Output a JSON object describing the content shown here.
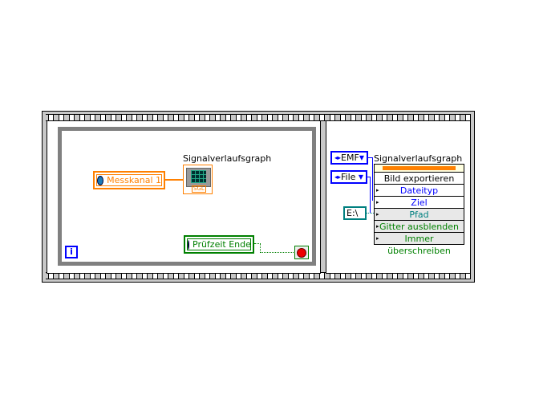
{
  "left_frame": {
    "graph_label": "Signalverlaufsgraph",
    "graph_type": "SGL",
    "messkanal_label": "Messkanal 1",
    "pruefzeit_label": "Prüfzeit Ende",
    "iteration_label": "i"
  },
  "right_frame": {
    "emf_label": "EMF",
    "file_label": "File",
    "path_label": "E:\\",
    "node_label": "Signalverlaufsgraph",
    "method": "Bild exportieren",
    "params": [
      "Dateityp",
      "Ziel",
      "Pfad",
      "Gitter ausblenden",
      "Immer überschreiben"
    ]
  },
  "colors": {
    "orange": "#ff8000",
    "green": "#008000",
    "blue": "#0000ff",
    "teal": "#008080",
    "loop": "#808080"
  }
}
